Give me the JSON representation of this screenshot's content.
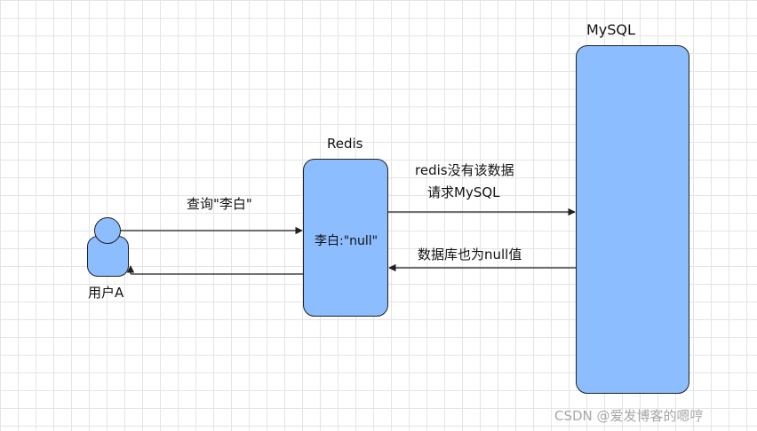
{
  "actors": {
    "user_label": "用户A"
  },
  "nodes": {
    "redis_title": "Redis",
    "redis_content": "李白:\"null\"",
    "mysql_title": "MySQL"
  },
  "edges": {
    "user_to_redis": "查询\"李白\"",
    "redis_to_mysql_line1": "redis没有该数据",
    "redis_to_mysql_line2": "请求MySQL",
    "mysql_to_redis": "数据库也为null值"
  },
  "watermark": "CSDN @爱发博客的嗯哼",
  "colors": {
    "node_fill": "#8cbdff",
    "stroke": "#1f1f1f",
    "grid": "#e4e4e4"
  }
}
